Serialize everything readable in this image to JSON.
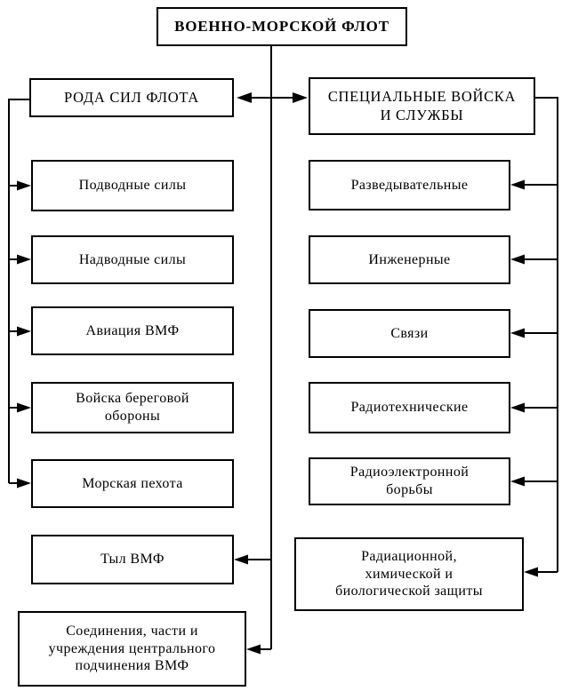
{
  "diagram": {
    "title": "ВОЕННО-МОРСКОЙ ФЛОТ",
    "left_header": "РОДА СИЛ ФЛОТА",
    "right_header": "СПЕЦИАЛЬНЫЕ ВОЙСКА\nИ СЛУЖБЫ",
    "left_items": [
      "Подводные силы",
      "Надводные силы",
      "Авиация ВМФ",
      "Войска береговой\nобороны",
      "Морская пехота",
      "Тыл ВМФ",
      "Соединения, части и\nучреждения центрального\nподчинения ВМФ"
    ],
    "right_items": [
      "Разведывательные",
      "Инженерные",
      "Связи",
      "Радиотехнические",
      "Радиоэлектронной\nборьбы",
      "Радиационной,\nхимической и\nбиологической защиты"
    ],
    "colors": {
      "line": "#000000",
      "background": "#ffffff",
      "box_fill": "#ffffff"
    }
  }
}
